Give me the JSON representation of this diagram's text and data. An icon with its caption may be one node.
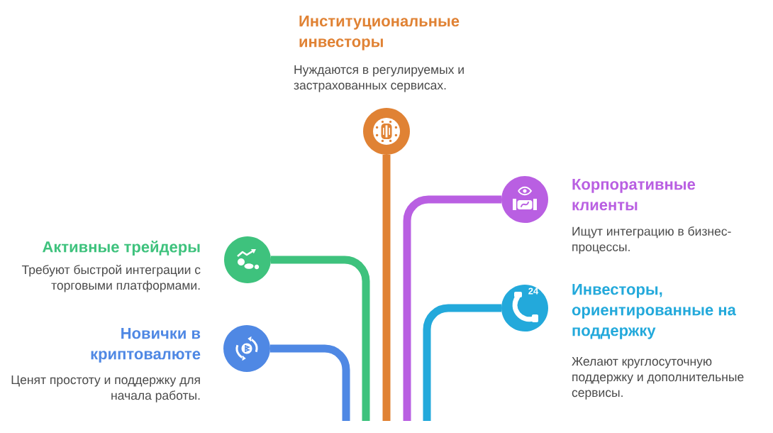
{
  "diagram": {
    "nodes": [
      {
        "text": [],
        "shape": "circle",
        "beside": [
          "Институциональные инвесторы",
          "Нуждаются в регулируемых и застрахованных сервисах."
        ]
      },
      {
        "text": [],
        "shape": "circle",
        "beside": [
          "Корпоративные клиенты",
          "Ищут интеграцию в бизнес-процессы."
        ]
      },
      {
        "text": [],
        "shape": "circle",
        "beside": [
          "Активные трейдеры",
          "Требуют быстрой интеграции с торговыми платформами."
        ]
      },
      {
        "text": [],
        "shape": "circle",
        "beside": [
          "Инвесторы, ориентированные на поддержку",
          "Желают круглосуточную поддержку и дополнительные сервисы."
        ]
      },
      {
        "text": [],
        "shape": "circle",
        "beside": [
          "Новички в криптовалюте",
          "Ценят простоту и поддержку для начала работы."
        ]
      }
    ],
    "edges": [
      {
        "from": null,
        "to": 0,
        "arrow": "none",
        "color": "#e08234"
      },
      {
        "from": null,
        "to": 1,
        "arrow": "none",
        "color": "#b95fe2"
      },
      {
        "from": null,
        "to": 2,
        "arrow": "none",
        "color": "#3ec27d"
      },
      {
        "from": null,
        "to": 3,
        "arrow": "none",
        "color": "#23a9db"
      },
      {
        "from": null,
        "to": 4,
        "arrow": "none",
        "color": "#4f88e4"
      }
    ],
    "labels": [
      "24"
    ]
  }
}
